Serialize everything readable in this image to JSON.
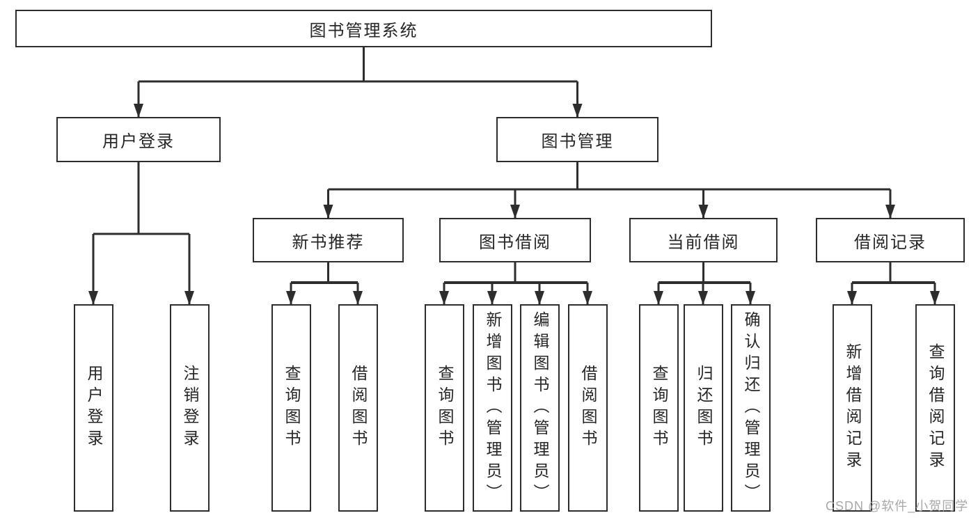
{
  "tree": {
    "label": "图书管理系统",
    "children": [
      {
        "label": "用户登录",
        "children": [
          {
            "label": "用户登录"
          },
          {
            "label": "注销登录"
          }
        ]
      },
      {
        "label": "图书管理",
        "children": [
          {
            "label": "新书推荐",
            "children": [
              {
                "label": "查询图书"
              },
              {
                "label": "借阅图书"
              }
            ]
          },
          {
            "label": "图书借阅",
            "children": [
              {
                "label": "查询图书"
              },
              {
                "label": "新增图书（管理员）"
              },
              {
                "label": "编辑图书（管理员）"
              },
              {
                "label": "借阅图书"
              }
            ]
          },
          {
            "label": "当前借阅",
            "children": [
              {
                "label": "查询图书"
              },
              {
                "label": "归还图书"
              },
              {
                "label": "确认归还（管理员）"
              }
            ]
          },
          {
            "label": "借阅记录",
            "children": [
              {
                "label": "新增借阅记录"
              },
              {
                "label": "查询借阅记录"
              }
            ]
          }
        ]
      }
    ]
  },
  "watermark": {
    "text": "CSDN @软件_小贺同学",
    "color": "#a8a8a8"
  },
  "colors": {
    "line": "#2d2d2d",
    "box_border": "#2d2d2d",
    "text": "#262626",
    "background": "#ffffff"
  }
}
